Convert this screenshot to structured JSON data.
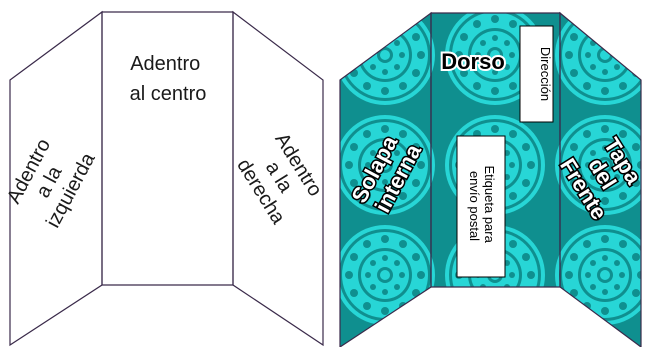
{
  "colors": {
    "inside_fill": "#e8e4e8",
    "outline": "#3a2a4a",
    "outside_bg": "#0f8f8f",
    "pattern": "#27d6d6",
    "label_box": "#ffffff"
  },
  "inside": {
    "left": [
      "Adentro",
      "a la",
      "izquierda"
    ],
    "center": [
      "Adentro",
      "al centro"
    ],
    "right": [
      "Adentro",
      "a la",
      "derecha"
    ]
  },
  "outside": {
    "flap": [
      "Solapa",
      "interna"
    ],
    "back": "Dorso",
    "address": "Dirección",
    "postal": [
      "Etiqueta para",
      "envío postal"
    ],
    "cover": [
      "Tapa",
      "del",
      "Frente"
    ]
  }
}
